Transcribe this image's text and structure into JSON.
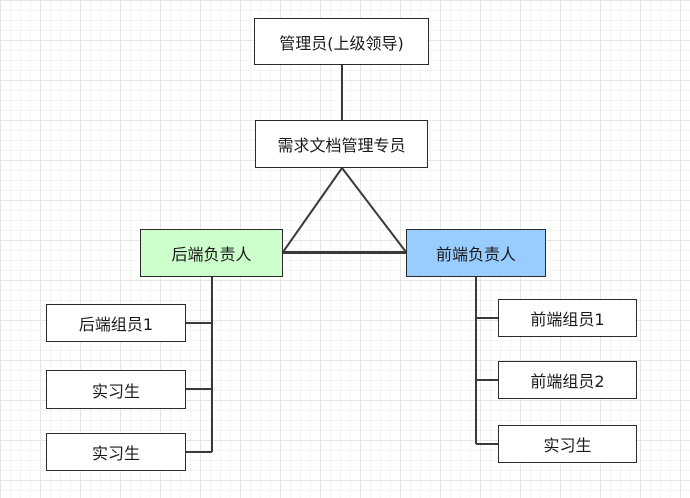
{
  "colors": {
    "line": "#3a3a3a",
    "backend_lead_fill": "#ccffcc",
    "frontend_lead_fill": "#99ccff"
  },
  "nodes": {
    "admin": "管理员(上级领导)",
    "doc_manager": "需求文档管理专员",
    "backend_lead": "后端负责人",
    "frontend_lead": "前端负责人",
    "backend_member1": "后端组员1",
    "backend_intern1": "实习生",
    "backend_intern2": "实习生",
    "frontend_member1": "前端组员1",
    "frontend_member2": "前端组员2",
    "frontend_intern": "实习生"
  }
}
